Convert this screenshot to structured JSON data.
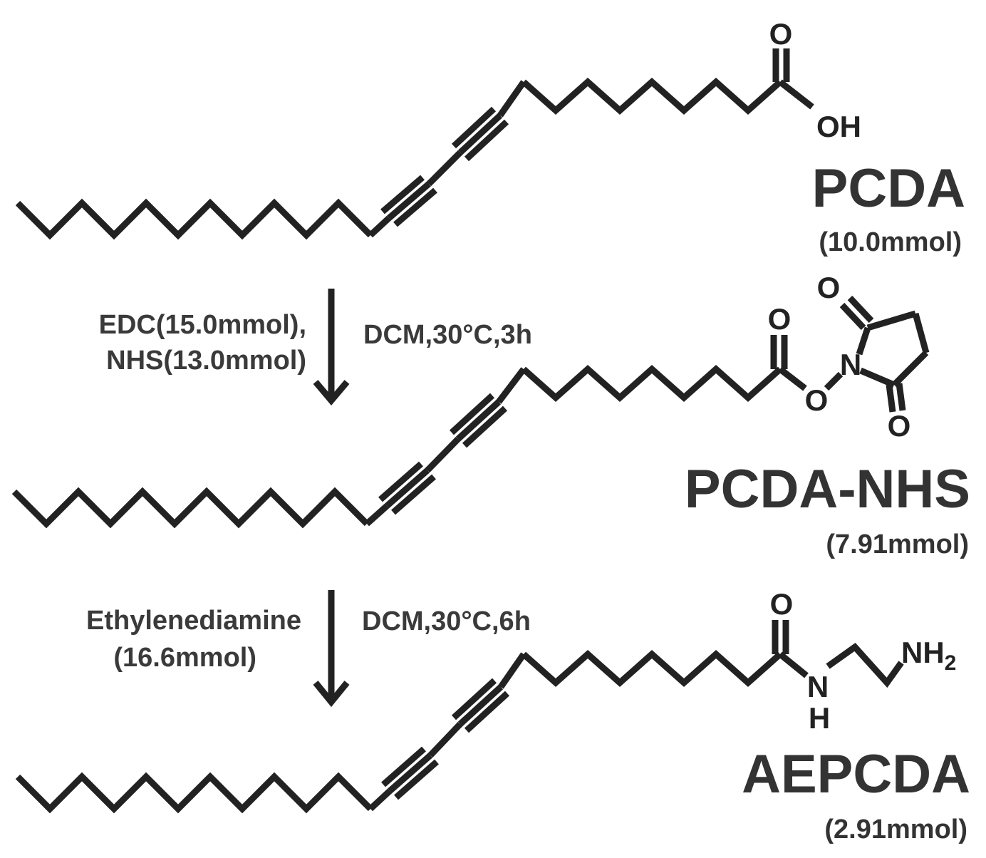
{
  "compounds": [
    {
      "name": "PCDA",
      "amount": "(10.0mmol)",
      "atoms": {
        "o_top": "O",
        "oh": "OH"
      }
    },
    {
      "name": "PCDA-NHS",
      "amount": "(7.91mmol)",
      "atoms": {
        "o_ester": "O",
        "o_link": "O",
        "n": "N",
        "o_ring_top": "O",
        "o_ring_bottom": "O"
      }
    },
    {
      "name": "AEPCDA",
      "amount": "(2.91mmol)",
      "atoms": {
        "o_amide": "O",
        "n": "N",
        "h": "H",
        "nh": "NH",
        "sub2": "2"
      }
    }
  ],
  "steps": [
    {
      "reagents_line1": "EDC(15.0mmol),",
      "reagents_line2": "NHS(13.0mmol)",
      "conditions": "DCM,30°C,3h"
    },
    {
      "reagents_line1": "Ethylenediamine",
      "reagents_line2": "(16.6mmol)",
      "conditions": "DCM,30°C,6h"
    }
  ]
}
